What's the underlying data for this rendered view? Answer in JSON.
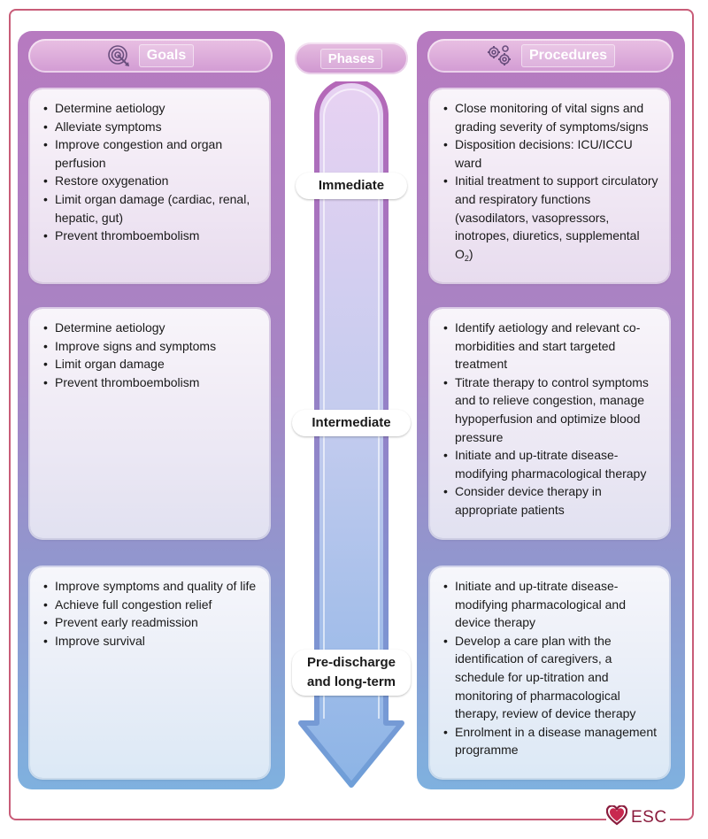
{
  "header": {
    "goals_label": "Goals",
    "phases_label": "Phases",
    "procedures_label": "Procedures"
  },
  "phases": [
    {
      "label_line1": "Immediate",
      "label_line2": ""
    },
    {
      "label_line1": "Intermediate",
      "label_line2": ""
    },
    {
      "label_line1": "Pre-discharge",
      "label_line2": "and long-term"
    }
  ],
  "goals": [
    {
      "items": [
        "Determine aetiology",
        "Alleviate symptoms",
        "Improve congestion and organ perfusion",
        "Restore oxygenation",
        "Limit organ damage (cardiac, renal, hepatic, gut)",
        "Prevent thromboembolism"
      ]
    },
    {
      "items": [
        "Determine aetiology",
        "Improve signs and symptoms",
        "Limit organ damage",
        "Prevent thromboembolism"
      ]
    },
    {
      "items": [
        "Improve symptoms and quality of life",
        "Achieve full congestion relief",
        "Prevent early readmission",
        "Improve survival"
      ]
    }
  ],
  "procedures": [
    {
      "items": [
        "Close monitoring of vital signs and grading severity of symptoms/signs",
        "Disposition decisions: ICU/ICCU ward",
        "Initial treatment to support circulatory and respiratory functions (vasodilators, vasopressors, inotropes, diuretics, supplemental O",
        "2",
        ")"
      ]
    },
    {
      "items": [
        "Identify aetiology and relevant co-morbidities and start targeted treatment",
        "Titrate therapy to control symptoms and to relieve congestion, manage hypoperfusion and optimize blood pressure",
        "Initiate and up-titrate disease-modifying pharmacological therapy",
        "Consider device therapy in appropriate patients"
      ]
    },
    {
      "items": [
        "Initiate and up-titrate disease-modifying pharmacological and device therapy",
        "Develop a care plan with the identification of caregivers, a schedule for up-titration and monitoring of pharmacological therapy, review of device therapy",
        "Enrolment in a disease management programme"
      ]
    }
  ],
  "logo": {
    "text": "ESC"
  },
  "colors": {
    "frame": "#c85c78",
    "column_top": "#b77ac0",
    "column_bottom": "#7fb1df",
    "arrow_top": "#e4c8ee",
    "arrow_bottom": "#8cb4e6",
    "logo": "#8a1c3d"
  }
}
